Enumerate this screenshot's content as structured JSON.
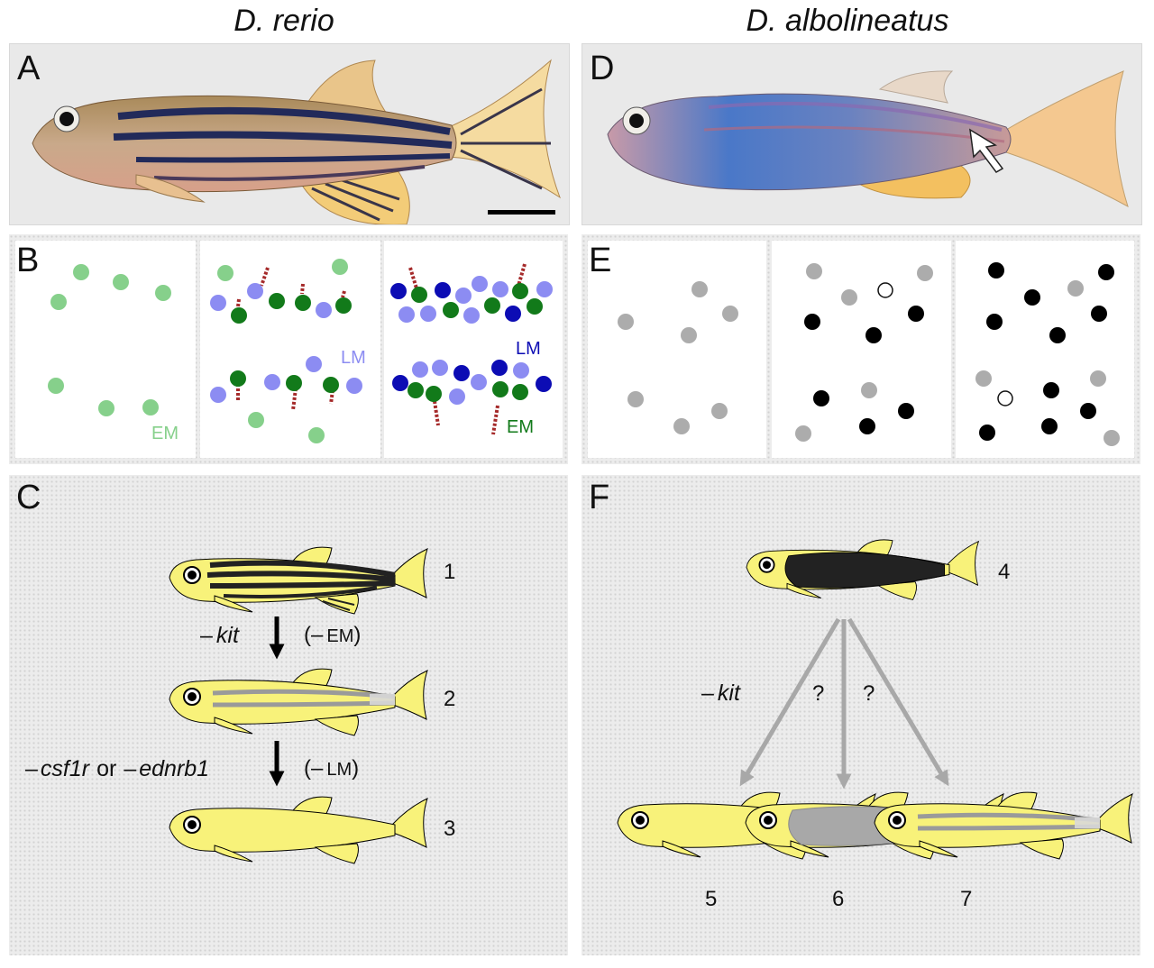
{
  "headers": {
    "left_species": "D. rerio",
    "right_species": "D. albolineatus"
  },
  "panel_labels": {
    "a": "A",
    "b": "B",
    "c": "C",
    "d": "D",
    "e": "E",
    "f": "F"
  },
  "panel_b": {
    "em_label": "EM",
    "lm_label": "LM",
    "lm_label_dark": "LM",
    "em_label_dark": "EM"
  },
  "panel_c": {
    "fish_numbers": [
      "1",
      "2",
      "3"
    ],
    "step1_gene": "kit",
    "step1_effect": "EM",
    "step2_gene_a": "csf1r",
    "step2_or": "or",
    "step2_gene_b": "ednrb1",
    "step2_effect": "LM",
    "minus": "–"
  },
  "panel_f": {
    "fish_numbers": [
      "4",
      "5",
      "6",
      "7"
    ],
    "arrow_gene": "kit",
    "unknown_1": "?",
    "unknown_2": "?",
    "minus": "–"
  },
  "colors": {
    "fish_yellow": "#f8f27a",
    "em_light": "#86d08b",
    "em_dark": "#127a1a",
    "lm_light": "#8c8cf2",
    "lm_dark": "#0c0cb4",
    "melanophore_gray": "#acacac",
    "stripe_red": "#a52a2a",
    "arrow_gray": "#a8a8a8"
  }
}
